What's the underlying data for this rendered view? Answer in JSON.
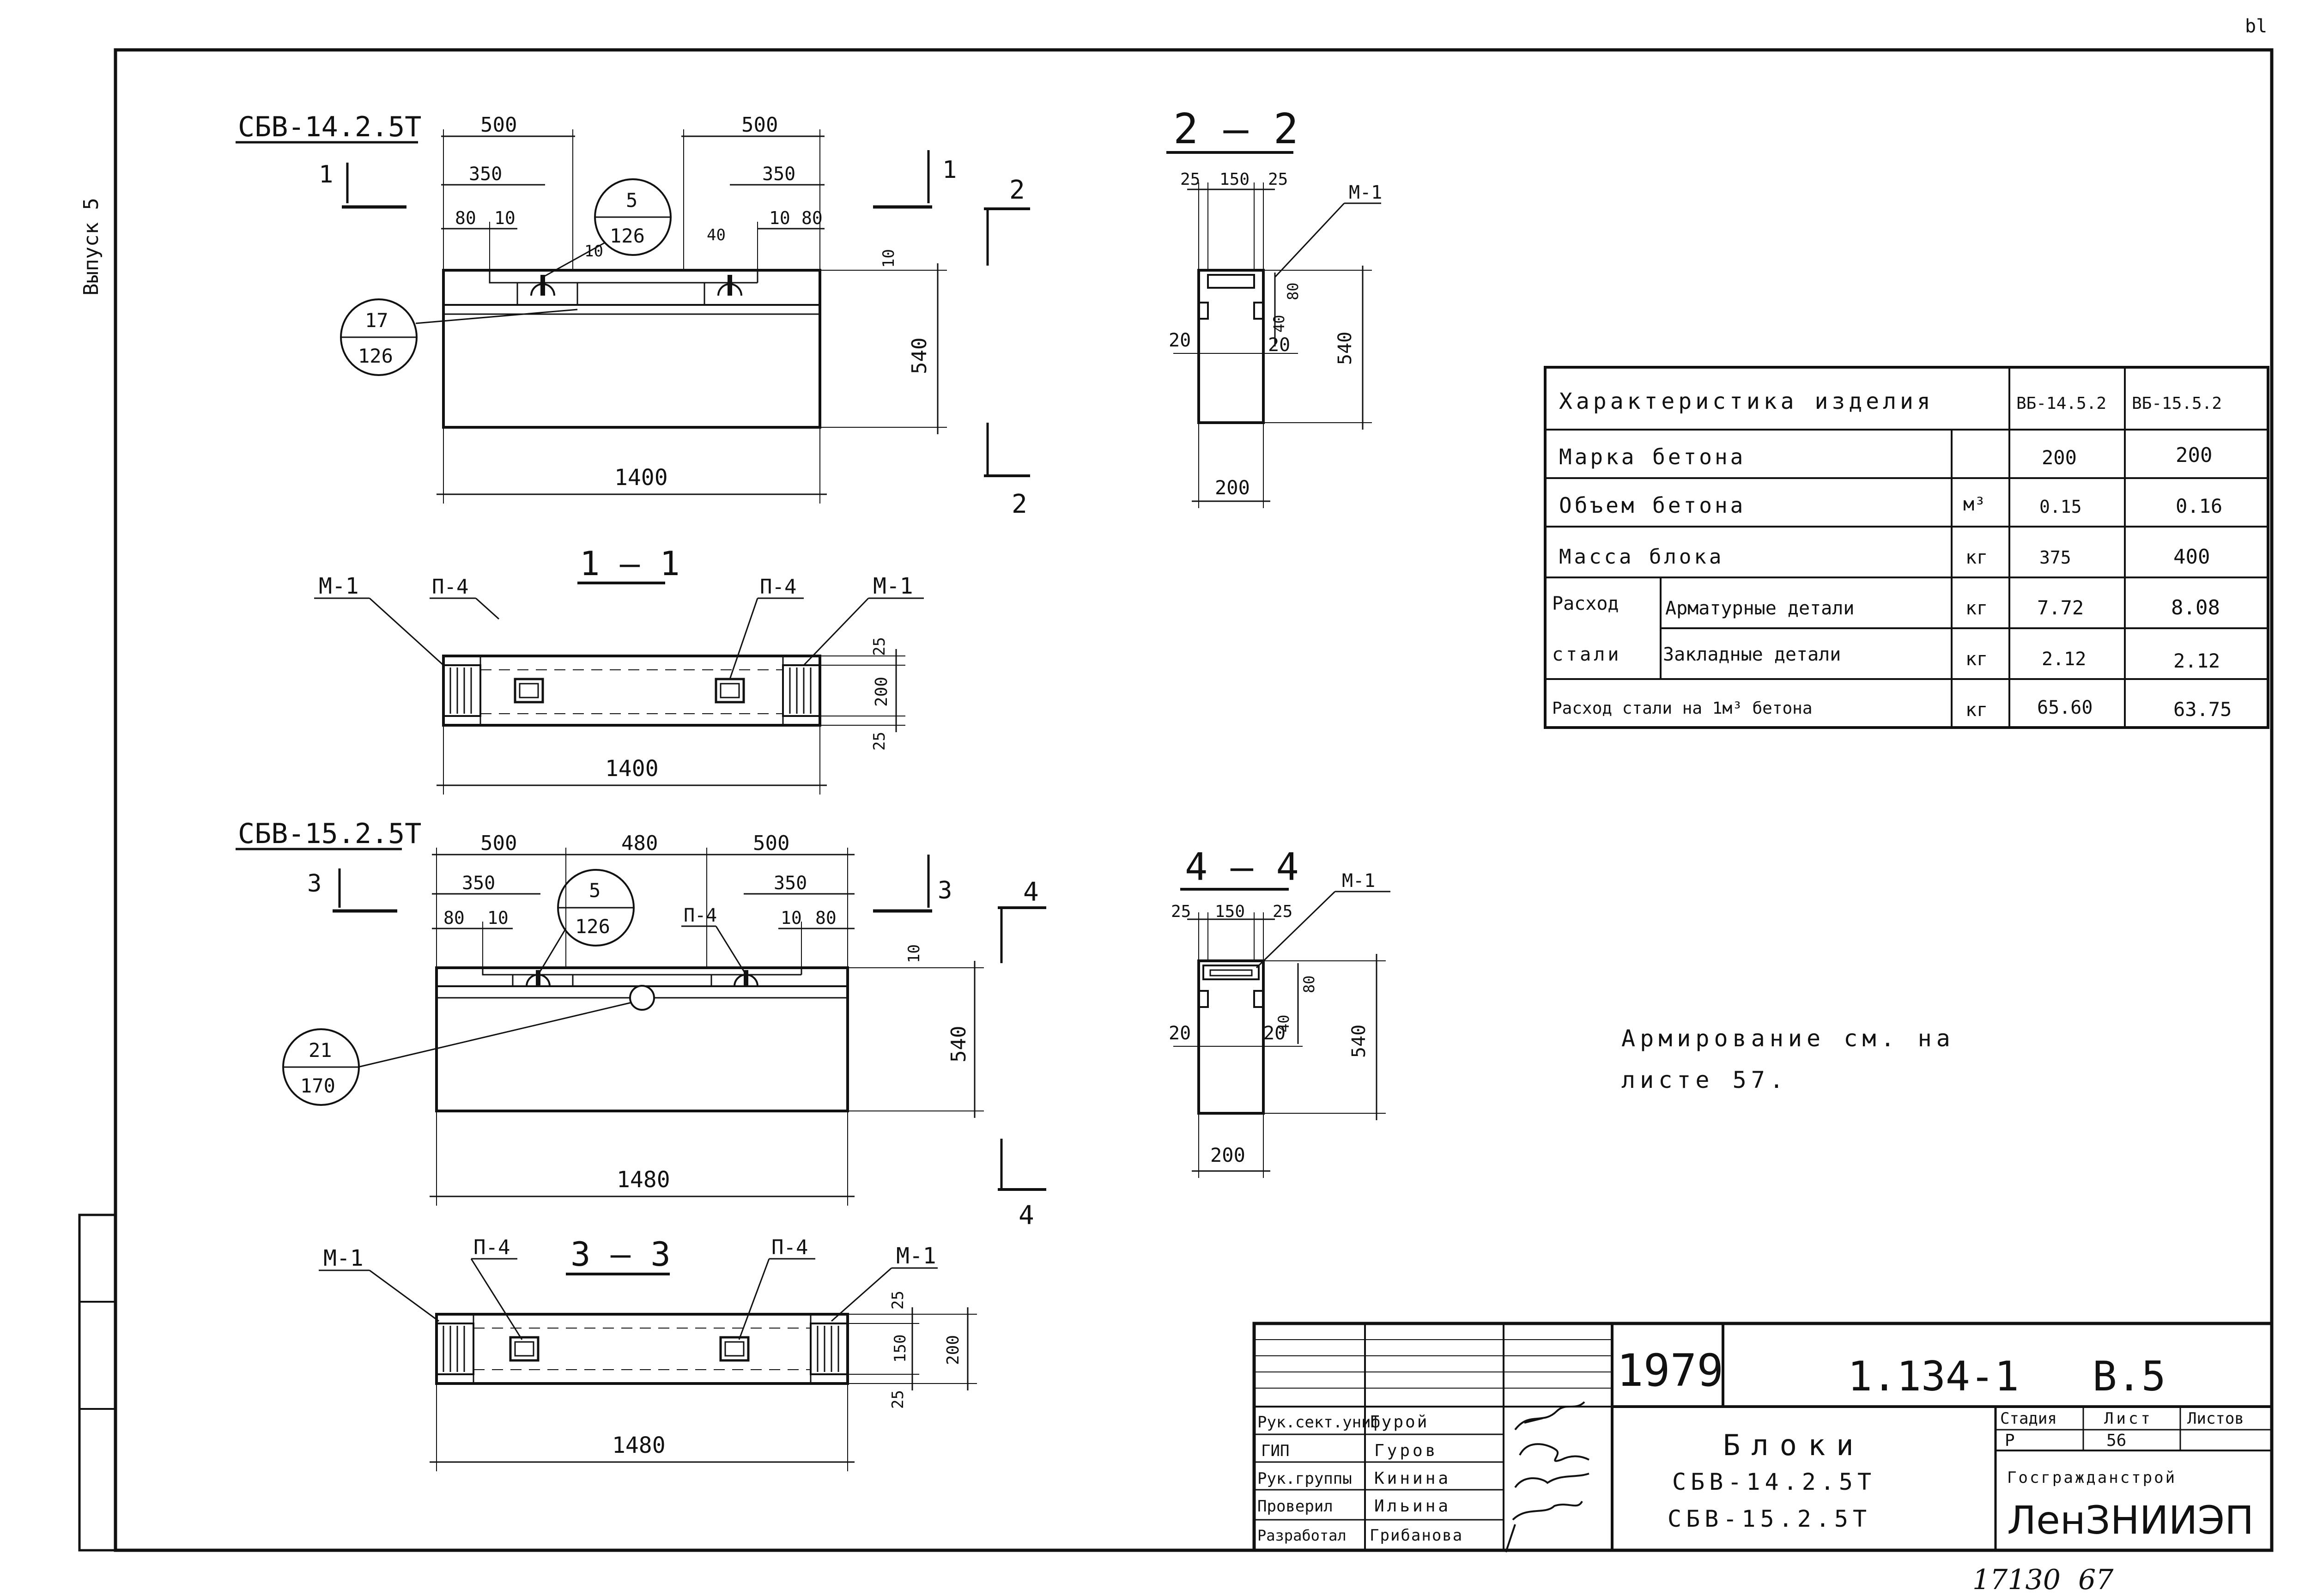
{
  "corner_number": "bl",
  "side_label": "Выпуск 5",
  "views": {
    "block1": {
      "mark": "СБВ-14.2.5Т",
      "section_marker": "1",
      "section_marker_right": "1",
      "dims": {
        "left_500": "500",
        "right_500": "500",
        "left_350": "350",
        "right_350": "350",
        "left_80": "80",
        "left_10": "10",
        "right_10": "10",
        "right_80": "80",
        "mid_10": "10",
        "mid_40": "40",
        "vert_10": "10",
        "height_540": "540",
        "length": "1400"
      },
      "callout_a": {
        "top": "5",
        "bottom": "126"
      },
      "callout_b": {
        "top": "17",
        "bottom": "126"
      }
    },
    "section_2_2": {
      "title": "2 — 2",
      "cut_marker": "2",
      "cut_marker_bottom": "2",
      "dims": {
        "d25_left": "25",
        "d150": "150",
        "d25_right": "25",
        "d80": "80",
        "d40": "40",
        "d20_left": "20",
        "d20_right": "20",
        "h540": "540",
        "w200": "200"
      },
      "part": "М-1"
    },
    "section_1_1": {
      "title": "1 — 1",
      "labels": {
        "m1_left": "М-1",
        "p4_left": "П-4",
        "p4_right": "П-4",
        "m1_right": "М-1"
      },
      "dims": {
        "d25_top": "25",
        "d200": "200",
        "d25_bottom": "25",
        "length": "1400"
      }
    },
    "block2": {
      "mark": "СБВ-15.2.5Т",
      "section_marker": "3",
      "section_marker_right": "3",
      "cut_marker": "4",
      "cut_marker_bottom": "4",
      "dims": {
        "left_500": "500",
        "mid_480": "480",
        "right_500": "500",
        "left_350": "350",
        "right_350": "350",
        "left_80": "80",
        "left_10": "10",
        "right_10": "10",
        "right_80": "80",
        "vert_10": "10",
        "height_540": "540",
        "length": "1480"
      },
      "part": "П-4",
      "callout_a": {
        "top": "5",
        "bottom": "126"
      },
      "callout_b": {
        "top": "21",
        "bottom": "170"
      }
    },
    "section_4_4": {
      "title": "4 — 4",
      "dims": {
        "d25_left": "25",
        "d150": "150",
        "d25_right": "25",
        "d80": "80",
        "d40": "40",
        "d20_left": "20",
        "d20_right": "20",
        "h540": "540",
        "w200": "200"
      },
      "part": "М-1"
    },
    "section_3_3": {
      "title": "3 — 3",
      "labels": {
        "m1_left": "М-1",
        "p4_left": "П-4",
        "p4_right": "П-4",
        "m1_right": "М-1"
      },
      "dims": {
        "d25_top": "25",
        "d150": "150",
        "d200": "200",
        "d25_bottom": "25",
        "length": "1480"
      }
    }
  },
  "spec_table": {
    "header": {
      "label": "Характеристика изделия",
      "col_a": "ВБ-14.5.2",
      "col_b": "ВБ-15.5.2"
    },
    "rows": {
      "concrete_grade": {
        "label": "Марка бетона",
        "unit": "",
        "a": "200",
        "b": "200"
      },
      "concrete_volume": {
        "label": "Объем бетона",
        "unit": "м³",
        "a": "0.15",
        "b": "0.16"
      },
      "block_mass": {
        "label": "Масса блока",
        "unit": "кг",
        "a": "375",
        "b": "400"
      },
      "steel_group_1": "Расход",
      "steel_group_2": "стали",
      "rebar_parts": {
        "label": "Арматурные детали",
        "unit": "кг",
        "a": "7.72",
        "b": "8.08"
      },
      "embedded_parts": {
        "label": "Закладные детали",
        "unit": "кг",
        "a": "2.12",
        "b": "2.12"
      },
      "steel_per_m3": {
        "label": "Расход стали на 1м³ бетона",
        "unit": "кг",
        "a": "65.60",
        "b": "63.75"
      }
    }
  },
  "note": {
    "line1": "Армирование см. на",
    "line2": "листе 57."
  },
  "title_block": {
    "year": "1979",
    "code": "1.134-1   В.5",
    "roles": {
      "r1": "Рук.сект.униф",
      "n1": "Гурой",
      "r2": "ГИП",
      "n2": "Гуров",
      "r3": "Рук.группы",
      "n3": "Кинина",
      "r4": "Проверил",
      "n4": "Ильина",
      "r5": "Разработал",
      "n5": "Грибанова"
    },
    "title_main": "Блоки",
    "title_sub1": "СБВ-14.2.5Т",
    "title_sub2": "СБВ-15.2.5Т",
    "stage_label": "Стадия",
    "sheet_label": "Лист",
    "sheets_label": "Листов",
    "stage_value": "Р",
    "sheet_value": "56",
    "org_top": "Госгражданстрой",
    "org_main": "ЛенЗНИИЭП"
  },
  "inventory_number": "17130  67"
}
